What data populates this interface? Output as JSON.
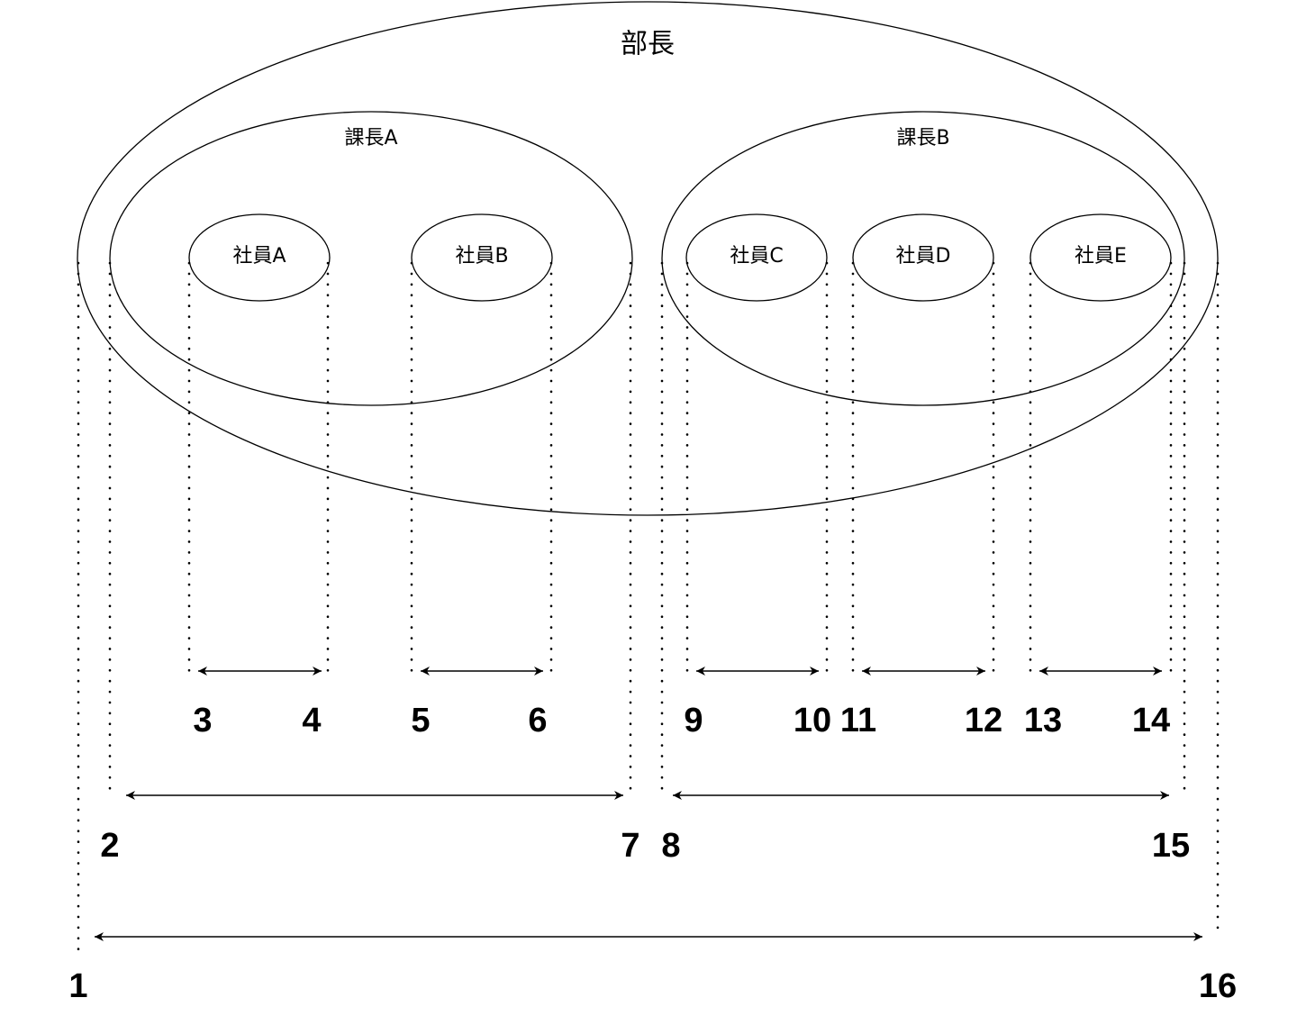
{
  "nodes": {
    "director": "部長",
    "manager_a": "課長A",
    "manager_b": "課長B",
    "employee_a": "社員A",
    "employee_b": "社員B",
    "employee_c": "社員C",
    "employee_d": "社員D",
    "employee_e": "社員E"
  },
  "numbers": [
    "1",
    "2",
    "3",
    "4",
    "5",
    "6",
    "7",
    "8",
    "9",
    "10",
    "11",
    "12",
    "13",
    "14",
    "15",
    "16"
  ]
}
